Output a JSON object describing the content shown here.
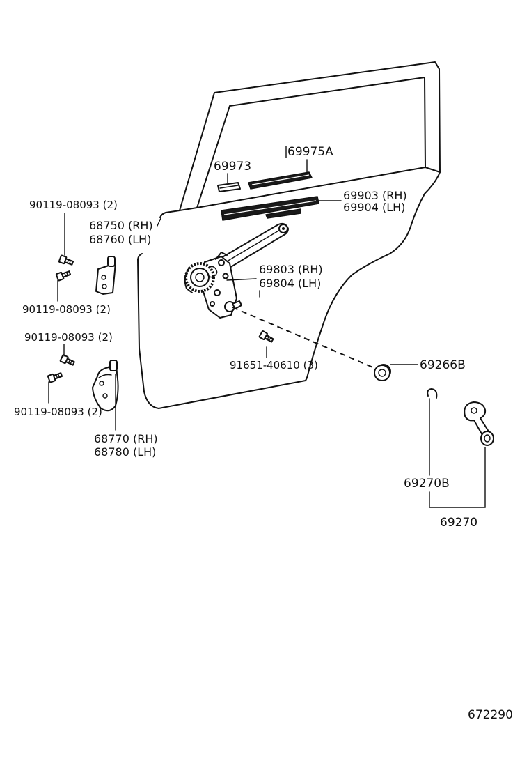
{
  "callouts": {
    "upper_hinge_bolts_top": "90119-08093 (2)",
    "upper_hinge_rh": "68750 (RH)",
    "upper_hinge_lh": "68760 (LH)",
    "upper_hinge_bolts_bottom": "90119-08093 (2)",
    "lower_hinge_bolts_top": "90119-08093 (2)",
    "lower_hinge_bolts_bottom": "90119-08093 (2)",
    "lower_hinge_rh": "68770 (RH)",
    "lower_hinge_lh": "68780 (LH)",
    "channel_short": "69973",
    "channel_long": "69975A",
    "weatherstrip_rh": "69903 (RH)",
    "weatherstrip_lh": "69904 (LH)",
    "regulator_rh": "69803 (RH)",
    "regulator_lh": "69804 (LH)",
    "regulator_bolts": "91651-40610 (3)",
    "handle_knob": "69266B",
    "handle_clip": "69270B",
    "handle_assembly": "69270"
  },
  "figure_number": "672290",
  "colors": {
    "ink": "#111111",
    "background": "#ffffff"
  }
}
